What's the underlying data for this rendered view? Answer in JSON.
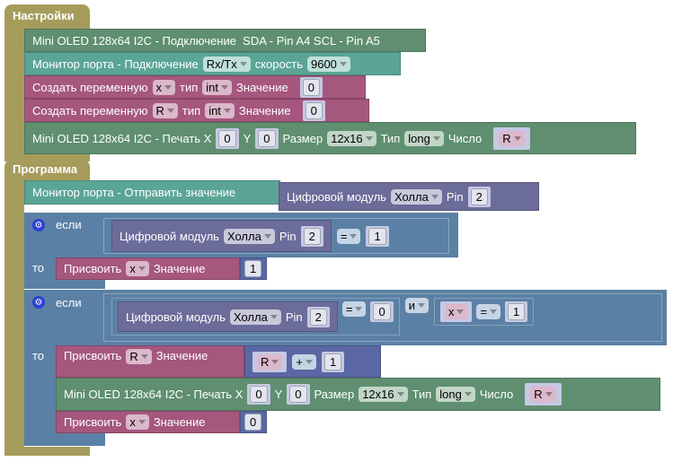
{
  "setup": {
    "title": "Настройки",
    "oled_connect": "Mini OLED 128x64 I2C - Подключение  SDA - Pin A4 SCL - Pin A5",
    "serial_connect": {
      "label": "Монитор порта - Подключение",
      "port": "Rx/Tx",
      "speed_label": "скорость",
      "speed": "9600"
    },
    "var1": {
      "label": "Создать переменную",
      "name": "x",
      "type_label": "тип",
      "type": "int",
      "value_label": "Значение",
      "value": "0"
    },
    "var2": {
      "label": "Создать переменную",
      "name": "R",
      "type_label": "тип",
      "type": "int",
      "value_label": "Значение",
      "value": "0"
    },
    "oled_print": {
      "label": "Mini OLED 128x64 I2C - Печать X",
      "x": "0",
      "y_label": "Y",
      "y": "0",
      "size_label": "Размер",
      "size": "12x16",
      "type_label": "Тип",
      "type": "long",
      "number_label": "Число",
      "var": "R"
    }
  },
  "program": {
    "title": "Программа",
    "serial_send": {
      "label": "Монитор порта - Отправить значение",
      "module_label": "Цифровой модуль",
      "module": "Холла",
      "pin_label": "Pin",
      "pin": "2"
    },
    "if1": {
      "if_label": "если",
      "then_label": "то",
      "module_label": "Цифровой модуль",
      "module": "Холла",
      "pin_label": "Pin",
      "pin": "2",
      "op": "=",
      "cmp": "1",
      "assign": {
        "label": "Присвоить",
        "var": "x",
        "value_label": "Значение",
        "value": "1"
      }
    },
    "if2": {
      "if_label": "если",
      "then_label": "то",
      "module_label": "Цифровой модуль",
      "module": "Холла",
      "pin_label": "Pin",
      "pin": "2",
      "op": "=",
      "cmp": "0",
      "and": "и",
      "var": "x",
      "op2": "=",
      "cmp2": "1",
      "assign1": {
        "label": "Присвоить",
        "var": "R",
        "value_label": "Значение",
        "lhs": "R",
        "op": "+",
        "rhs": "1"
      },
      "oled_print": {
        "label": "Mini OLED 128x64 I2C - Печать X",
        "x": "0",
        "y_label": "Y",
        "y": "0",
        "size_label": "Размер",
        "size": "12x16",
        "type_label": "Тип",
        "type": "long",
        "number_label": "Число",
        "var": "R"
      },
      "assign2": {
        "label": "Присвоить",
        "var": "x",
        "value_label": "Значение",
        "value": "0"
      }
    }
  }
}
